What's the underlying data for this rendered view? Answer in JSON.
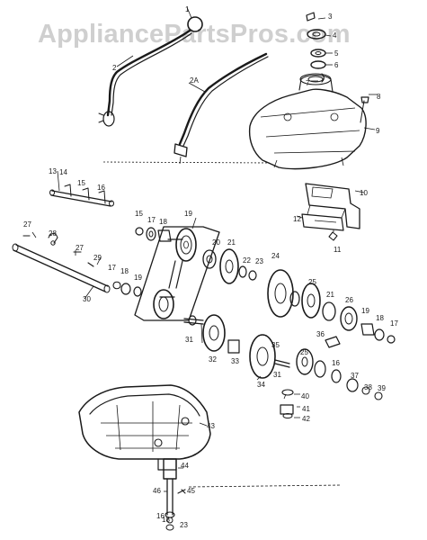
{
  "watermark": "AppliancePartsPros.com",
  "callouts": [
    "1",
    "2",
    "2A",
    "3",
    "4",
    "5",
    "6",
    "7",
    "8",
    "9",
    "10",
    "11",
    "12",
    "13",
    "14",
    "15",
    "16",
    "15",
    "17",
    "18",
    "19",
    "20",
    "21",
    "22",
    "23",
    "24",
    "25",
    "21",
    "26",
    "27",
    "28",
    "27",
    "29",
    "17",
    "18",
    "19",
    "30",
    "31",
    "32",
    "33",
    "34",
    "35",
    "36",
    "19",
    "18",
    "17",
    "31",
    "25",
    "16",
    "37",
    "38",
    "39",
    "40",
    "41",
    "42",
    "43",
    "44",
    "45",
    "46",
    "16",
    "18",
    "23"
  ]
}
